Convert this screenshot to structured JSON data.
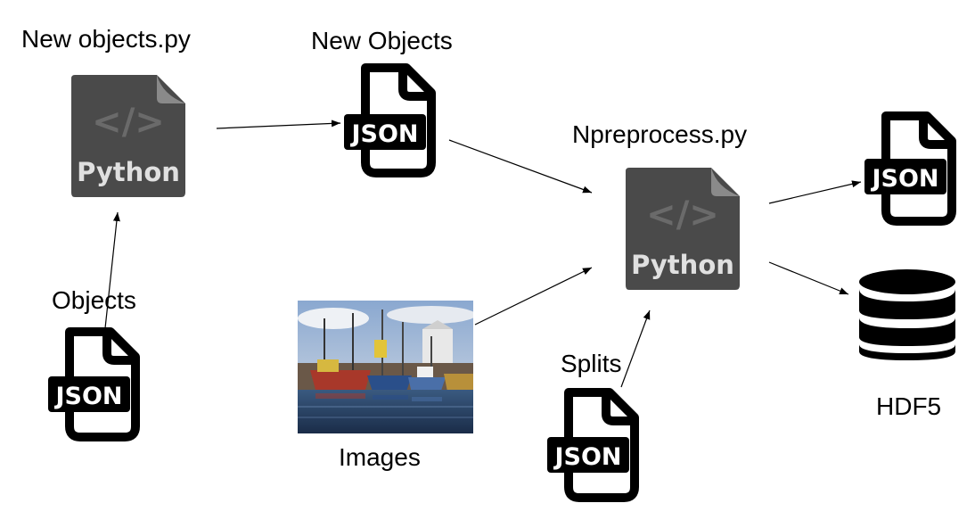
{
  "labels": {
    "new_objects_py": "New objects.py",
    "new_objects": "New Objects",
    "npreprocess_py": "Npreprocess.py",
    "objects": "Objects",
    "images": "Images",
    "splits": "Splits",
    "hdf5": "HDF5"
  },
  "icon_text": {
    "json": "JSON",
    "python": "Python",
    "code_tag": "</>"
  },
  "icons": {
    "python_file": "python-file-icon",
    "json_file": "json-file-icon",
    "database": "database-icon",
    "photo": "harbor-boats-photo"
  },
  "colors": {
    "python_icon": "#4a4a4a",
    "python_text": "#e0e0e0",
    "json_icon": "#000000",
    "arrow": "#000000"
  }
}
